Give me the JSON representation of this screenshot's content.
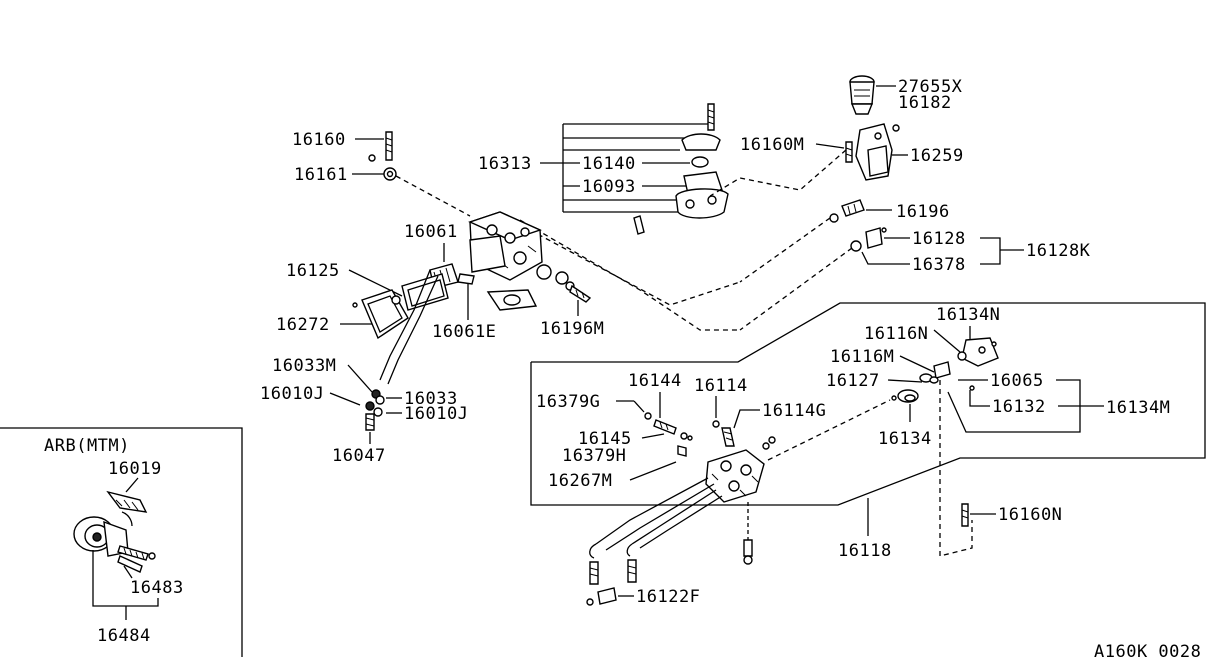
{
  "inset": {
    "title": "ARB(MTM)",
    "labels": {
      "p16019": "16019",
      "p16483": "16483",
      "p16484": "16484"
    }
  },
  "labels": {
    "p27655x": "27655X",
    "p16182": "16182",
    "p16160m": "16160M",
    "p16259": "16259",
    "p16160": "16160",
    "p16161": "16161",
    "p16313": "16313",
    "p16140": "16140",
    "p16093": "16093",
    "p16196": "16196",
    "p16128": "16128",
    "p16378": "16378",
    "p16128k": "16128K",
    "p16061": "16061",
    "p16125": "16125",
    "p16272": "16272",
    "p16061e": "16061E",
    "p16196m": "16196M",
    "p16033m": "16033M",
    "p16010j_l": "16010J",
    "p16033": "16033",
    "p16010j_r": "16010J",
    "p16047": "16047",
    "p16134n": "16134N",
    "p16116n": "16116N",
    "p16116m": "16116M",
    "p16127": "16127",
    "p16065": "16065",
    "p16132": "16132",
    "p16134m": "16134M",
    "p16134": "16134",
    "p16144": "16144",
    "p16114": "16114",
    "p16114g": "16114G",
    "p16379g": "16379G",
    "p16145": "16145",
    "p16379h": "16379H",
    "p16267m": "16267M",
    "p16160n": "16160N",
    "p16118": "16118",
    "p16122f": "16122F"
  },
  "diagram_code": "A160K 0028"
}
